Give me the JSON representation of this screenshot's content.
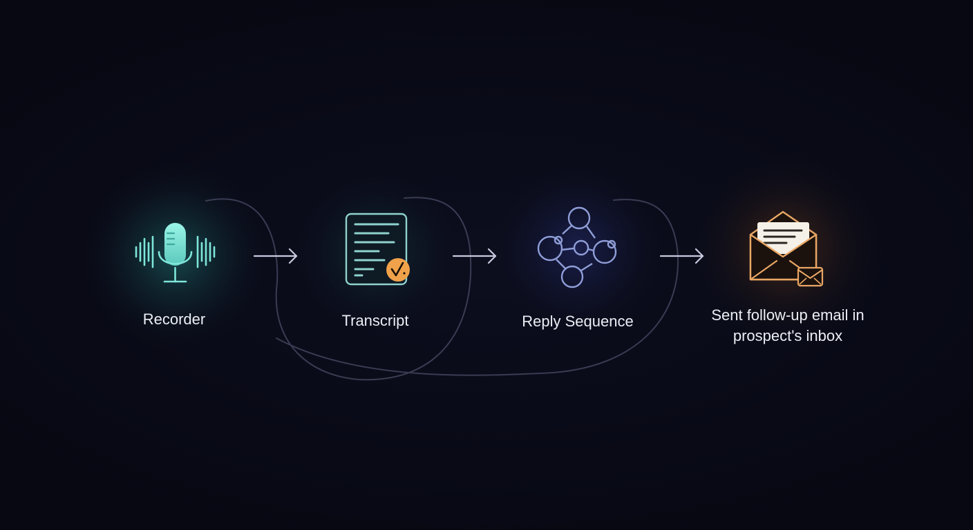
{
  "flow": {
    "stages": [
      {
        "id": "recorder",
        "label": "Recorder",
        "icon": "microphone-waveform-icon",
        "accent": "#7ee6da"
      },
      {
        "id": "transcript",
        "label": "Transcript",
        "icon": "document-check-icon",
        "accent": "#8fd3cf"
      },
      {
        "id": "sequence",
        "label": "Reply Sequence",
        "icon": "node-graph-icon",
        "accent": "#8f9ed8"
      },
      {
        "id": "email",
        "label": "Sent follow-up email in prospect's inbox",
        "icon": "open-envelope-icon",
        "accent": "#e9a765"
      }
    ],
    "connector": "arrow-right-icon",
    "colors": {
      "background": "#090a16",
      "badge": "#f0a24a",
      "arrow": "#c9cbe0",
      "loop": "#4a4c66"
    }
  }
}
